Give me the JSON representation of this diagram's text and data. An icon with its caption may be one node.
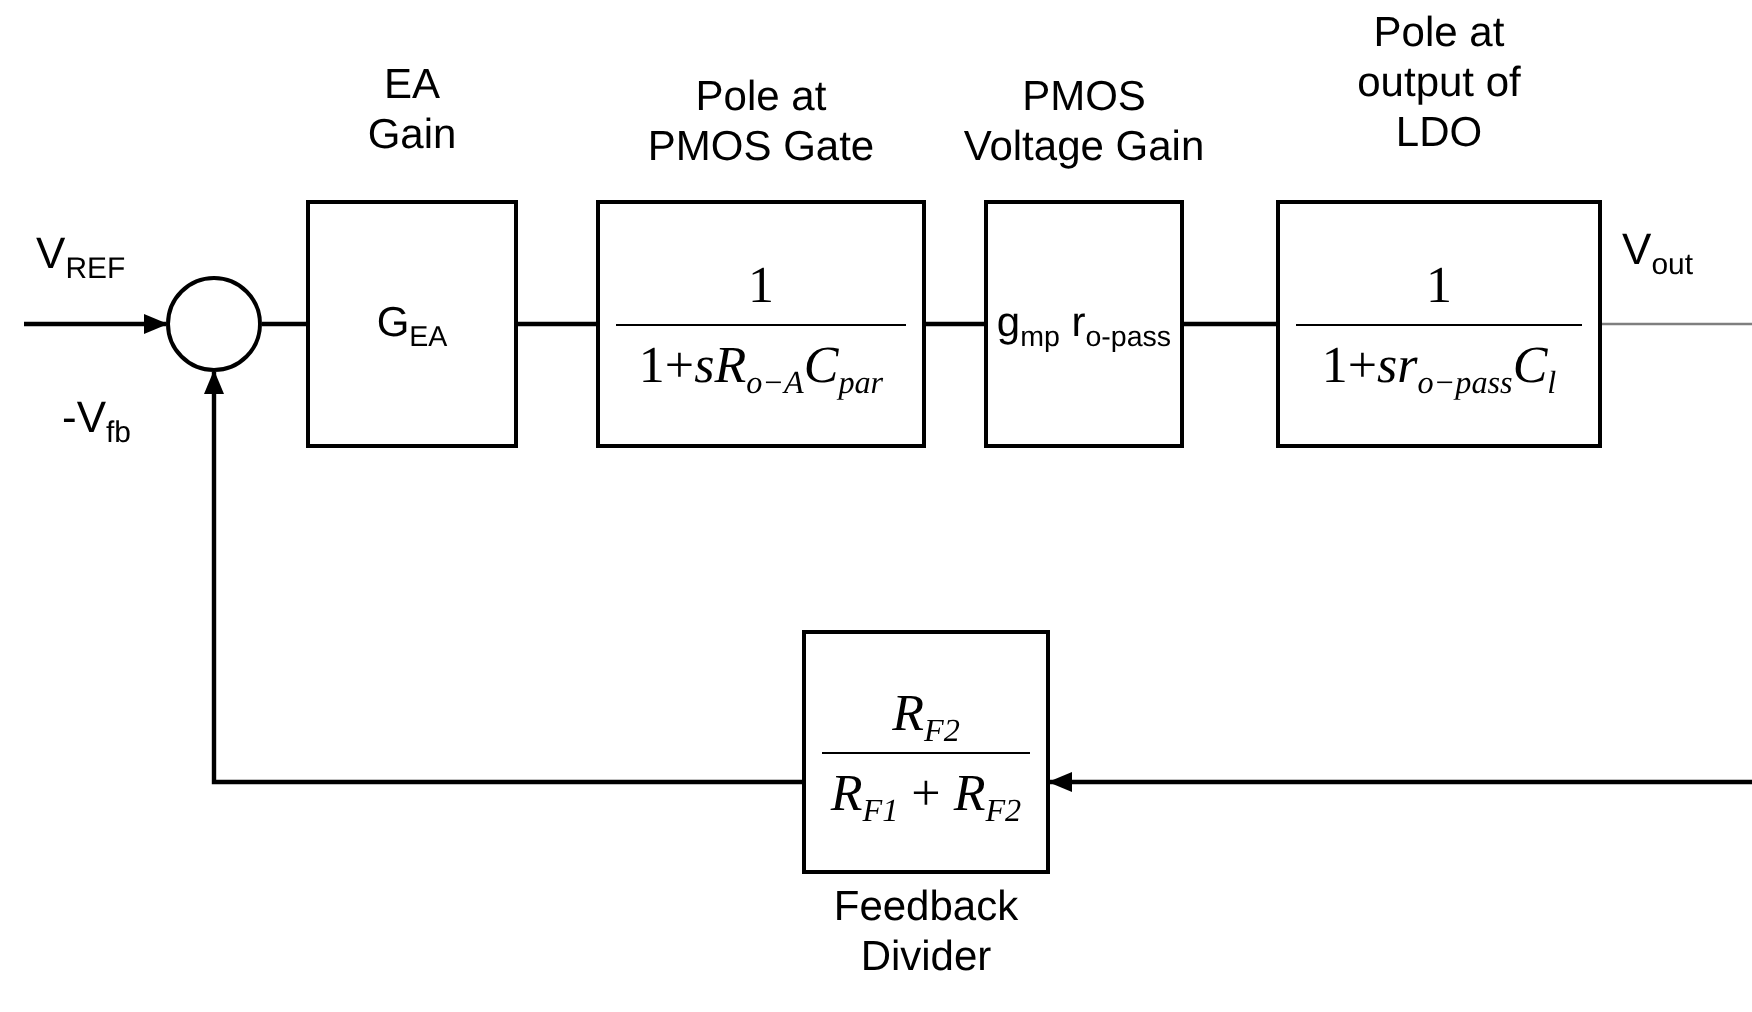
{
  "diagram": {
    "nodes": [
      {
        "text": [],
        "shape": "circle"
      },
      {
        "text": [
          "EA Gain",
          "G$_{EA}$"
        ]
      },
      {
        "text": [
          "Pole at PMOS Gate",
          "1",
          "1+*sR*$_{o−A}$*C*$_{par}$"
        ]
      },
      {
        "text": [
          "PMOS Voltage Gain",
          "g$_{mp}$ r$_{o-pass}$"
        ]
      },
      {
        "text": [
          "Pole at output of LDO",
          "1",
          "1+*sr*$_{o−pass}$*C*$_{l}$"
        ]
      },
      {
        "text": [
          "*R*$_{F2}$",
          "*R*$_{F1}$ + *R*$_{F2}$",
          "Feedback Divider"
        ]
      }
    ],
    "edges": [
      {
        "from": null,
        "to": 0,
        "arrow": "to",
        "label": "V$_{REF}$"
      },
      {
        "from": 0,
        "to": 1,
        "arrow": "none"
      },
      {
        "from": 1,
        "to": 2,
        "arrow": "none"
      },
      {
        "from": 2,
        "to": 3,
        "arrow": "none"
      },
      {
        "from": 3,
        "to": 4,
        "arrow": "none"
      },
      {
        "from": 4,
        "to": null,
        "arrow": "none",
        "label": "V$_{out}$",
        "color": "#7f7f7f"
      },
      {
        "from": null,
        "to": 5,
        "arrow": "to"
      },
      {
        "from": 5,
        "to": 0,
        "arrow": "to",
        "label": "-V$_{fb}$"
      }
    ]
  }
}
